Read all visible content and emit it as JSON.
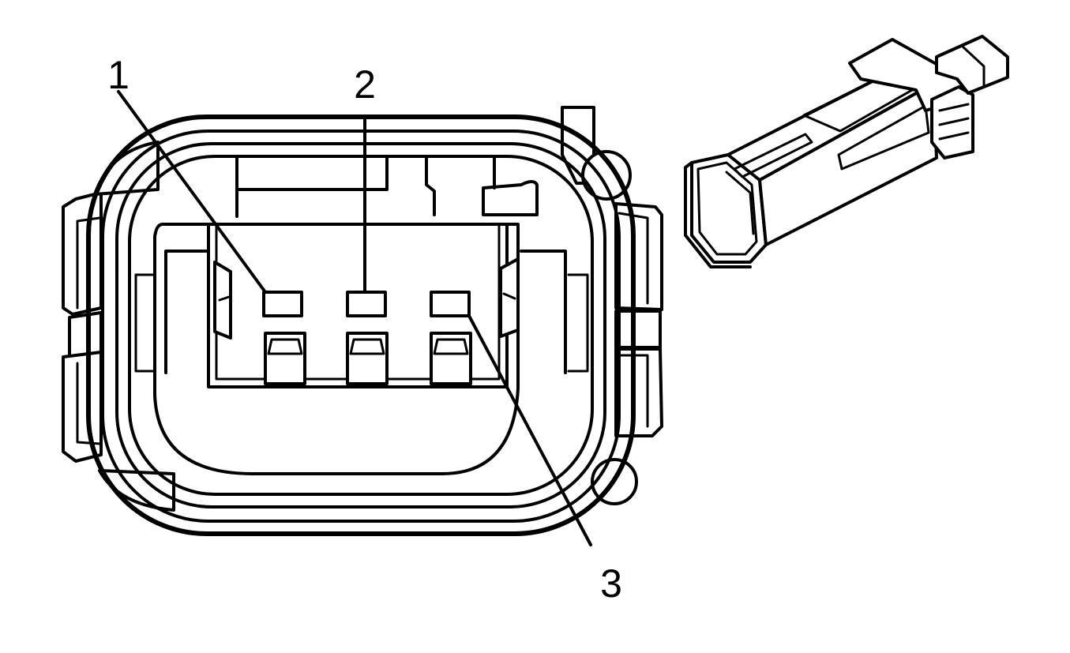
{
  "diagram": {
    "pins": [
      {
        "label": "1"
      },
      {
        "label": "2"
      },
      {
        "label": "3"
      }
    ]
  }
}
